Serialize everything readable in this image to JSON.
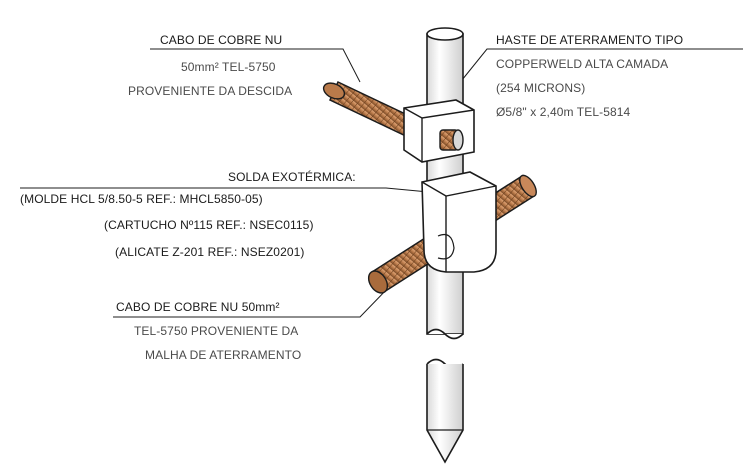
{
  "labels": {
    "cabo_descida": {
      "line1": "CABO DE COBRE NU",
      "line2": "50mm² TEL-5750",
      "line3": "PROVENIENTE DA DESCIDA"
    },
    "haste": {
      "line1": "HASTE DE ATERRAMENTO TIPO",
      "line2": "COPPERWELD ALTA CAMADA",
      "line3": "(254 MICRONS)",
      "line4": "Ø5/8\" x 2,40m TEL-5814"
    },
    "solda": {
      "title": "SOLDA EXOTÉRMICA:",
      "line1": "(MOLDE HCL 5/8.50-5 REF.: MHCL5850-05)",
      "line2": "(CARTUCHO Nº115 REF.: NSEC0115)",
      "line3": "(ALICATE Z-201 REF.: NSEZ0201)"
    },
    "cabo_malha": {
      "line1": "CABO DE COBRE NU 50mm²",
      "line2": "TEL-5750 PROVENIENTE DA",
      "line3": "MALHA DE ATERRAMENTO"
    }
  },
  "colors": {
    "copper": "#c8885a",
    "copper_dark": "#7a4a26",
    "rod": "#f4f4f4",
    "outline": "#1c1c1c"
  }
}
